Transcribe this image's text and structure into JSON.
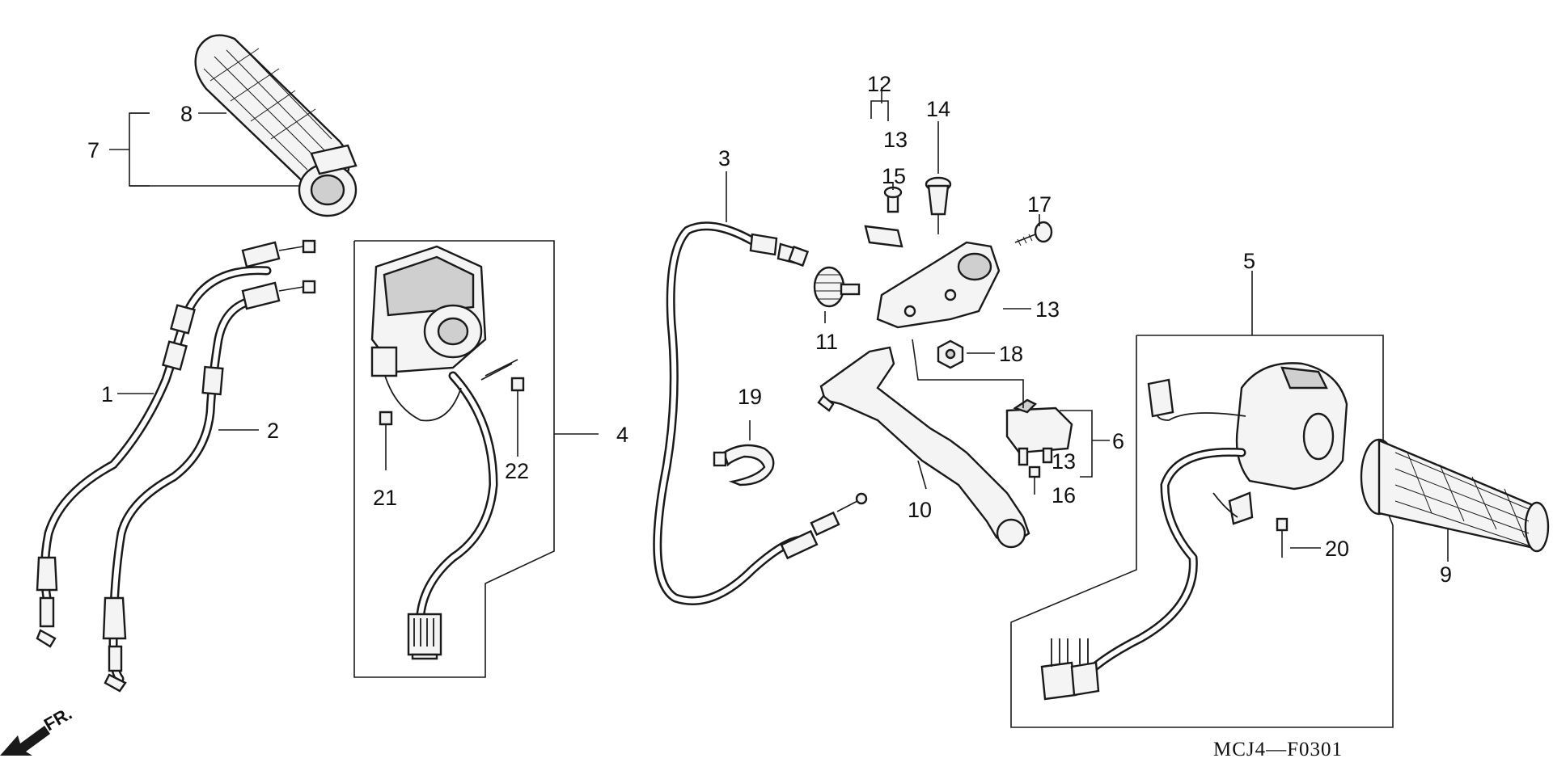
{
  "diagram": {
    "callouts": [
      "1",
      "2",
      "3",
      "4",
      "5",
      "6",
      "7",
      "8",
      "9",
      "10",
      "11",
      "12",
      "13",
      "13",
      "13",
      "13",
      "14",
      "15",
      "16",
      "17",
      "18",
      "19",
      "20",
      "21",
      "22"
    ],
    "part_code": "MCJ4—F0301",
    "direction_label": "FR."
  },
  "colors": {
    "ink": "#1a1a1a",
    "background": "#ffffff",
    "part_fill": "#f4f4f4",
    "shade": "#cfcfcf"
  }
}
